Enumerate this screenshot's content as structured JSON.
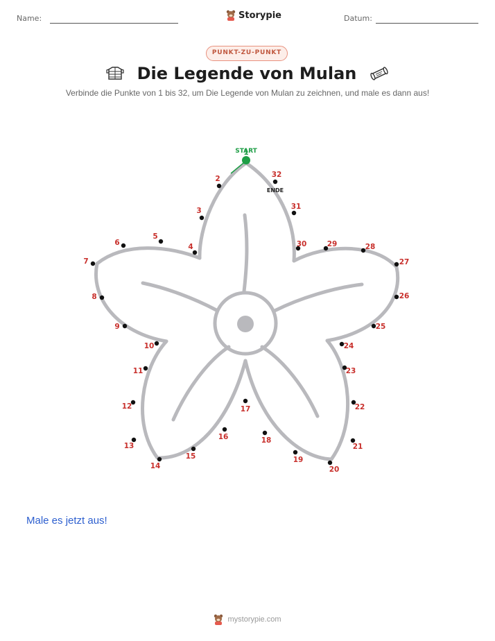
{
  "header": {
    "name_label": "Name:",
    "date_label": "Datum:",
    "brand": "Storypie"
  },
  "badge": "PUNKT-ZU-PUNKT",
  "title": "Die Legende von Mulan",
  "subtitle": "Verbinde die Punkte von 1 bis 32, um Die Legende von Mulan zu zeichnen, und male es dann aus!",
  "puzzle": {
    "start_label": "START",
    "end_label": "ENDE",
    "accent_start": "#1e9e46",
    "number_color": "#c8302c",
    "dots": [
      {
        "n": "1"
      },
      {
        "n": "2"
      },
      {
        "n": "3"
      },
      {
        "n": "4"
      },
      {
        "n": "5"
      },
      {
        "n": "6"
      },
      {
        "n": "7"
      },
      {
        "n": "8"
      },
      {
        "n": "9"
      },
      {
        "n": "10"
      },
      {
        "n": "11"
      },
      {
        "n": "12"
      },
      {
        "n": "13"
      },
      {
        "n": "14"
      },
      {
        "n": "15"
      },
      {
        "n": "16"
      },
      {
        "n": "17"
      },
      {
        "n": "18"
      },
      {
        "n": "19"
      },
      {
        "n": "20"
      },
      {
        "n": "21"
      },
      {
        "n": "22"
      },
      {
        "n": "23"
      },
      {
        "n": "24"
      },
      {
        "n": "25"
      },
      {
        "n": "26"
      },
      {
        "n": "27"
      },
      {
        "n": "28"
      },
      {
        "n": "29"
      },
      {
        "n": "30"
      },
      {
        "n": "31"
      },
      {
        "n": "32"
      }
    ]
  },
  "color_prompt": "Male es jetzt aus!",
  "footer": "mystorypie.com"
}
